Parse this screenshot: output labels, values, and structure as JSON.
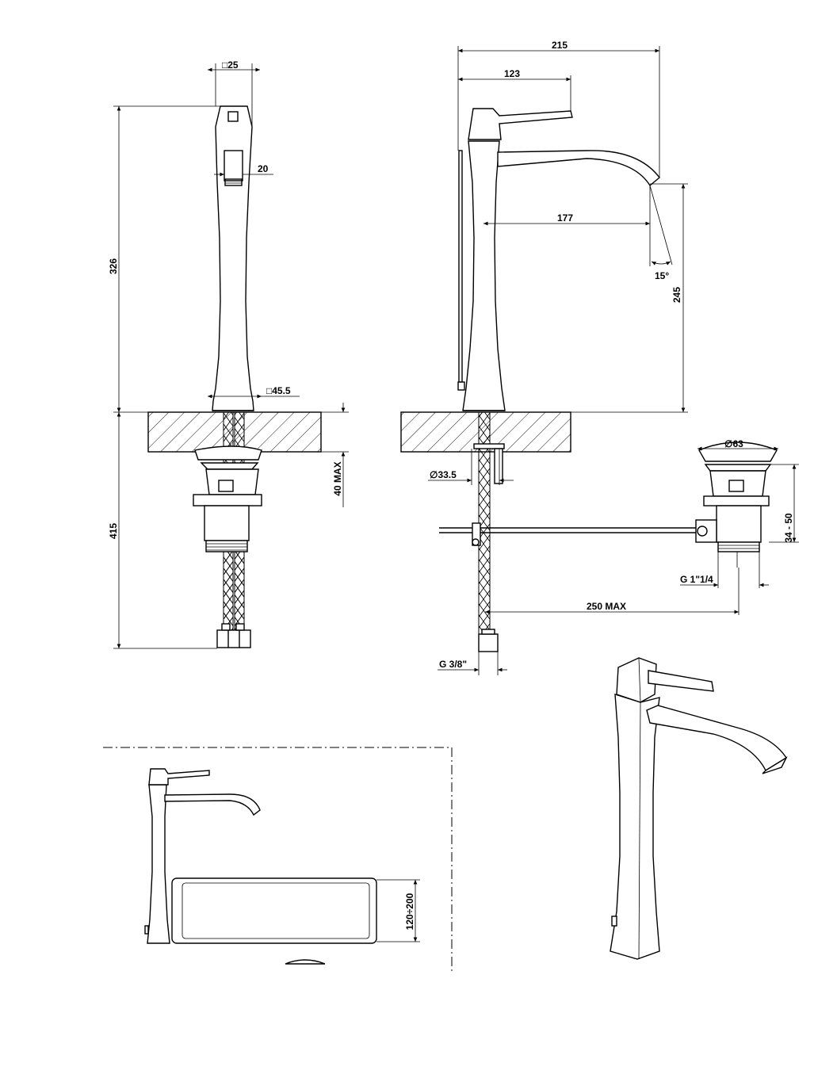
{
  "dimensions": {
    "top_square": "□25",
    "handle_width": "20",
    "total_height": "326",
    "base_square": "□45.5",
    "below_counter": "415",
    "counter_max": "40 MAX",
    "overall_length": "215",
    "handle_reach": "123",
    "spout_reach": "177",
    "angle": "15°",
    "spout_height": "245",
    "hole_diameter": "∅33.5",
    "waste_diameter": "∅63",
    "waste_range": "34 - 50",
    "waste_thread": "G 1\"1/4",
    "rod_max": "250 MAX",
    "supply_thread": "G 3/8\"",
    "basin_height": "120÷200"
  },
  "colors": {
    "line": "#000000",
    "background": "#ffffff"
  }
}
